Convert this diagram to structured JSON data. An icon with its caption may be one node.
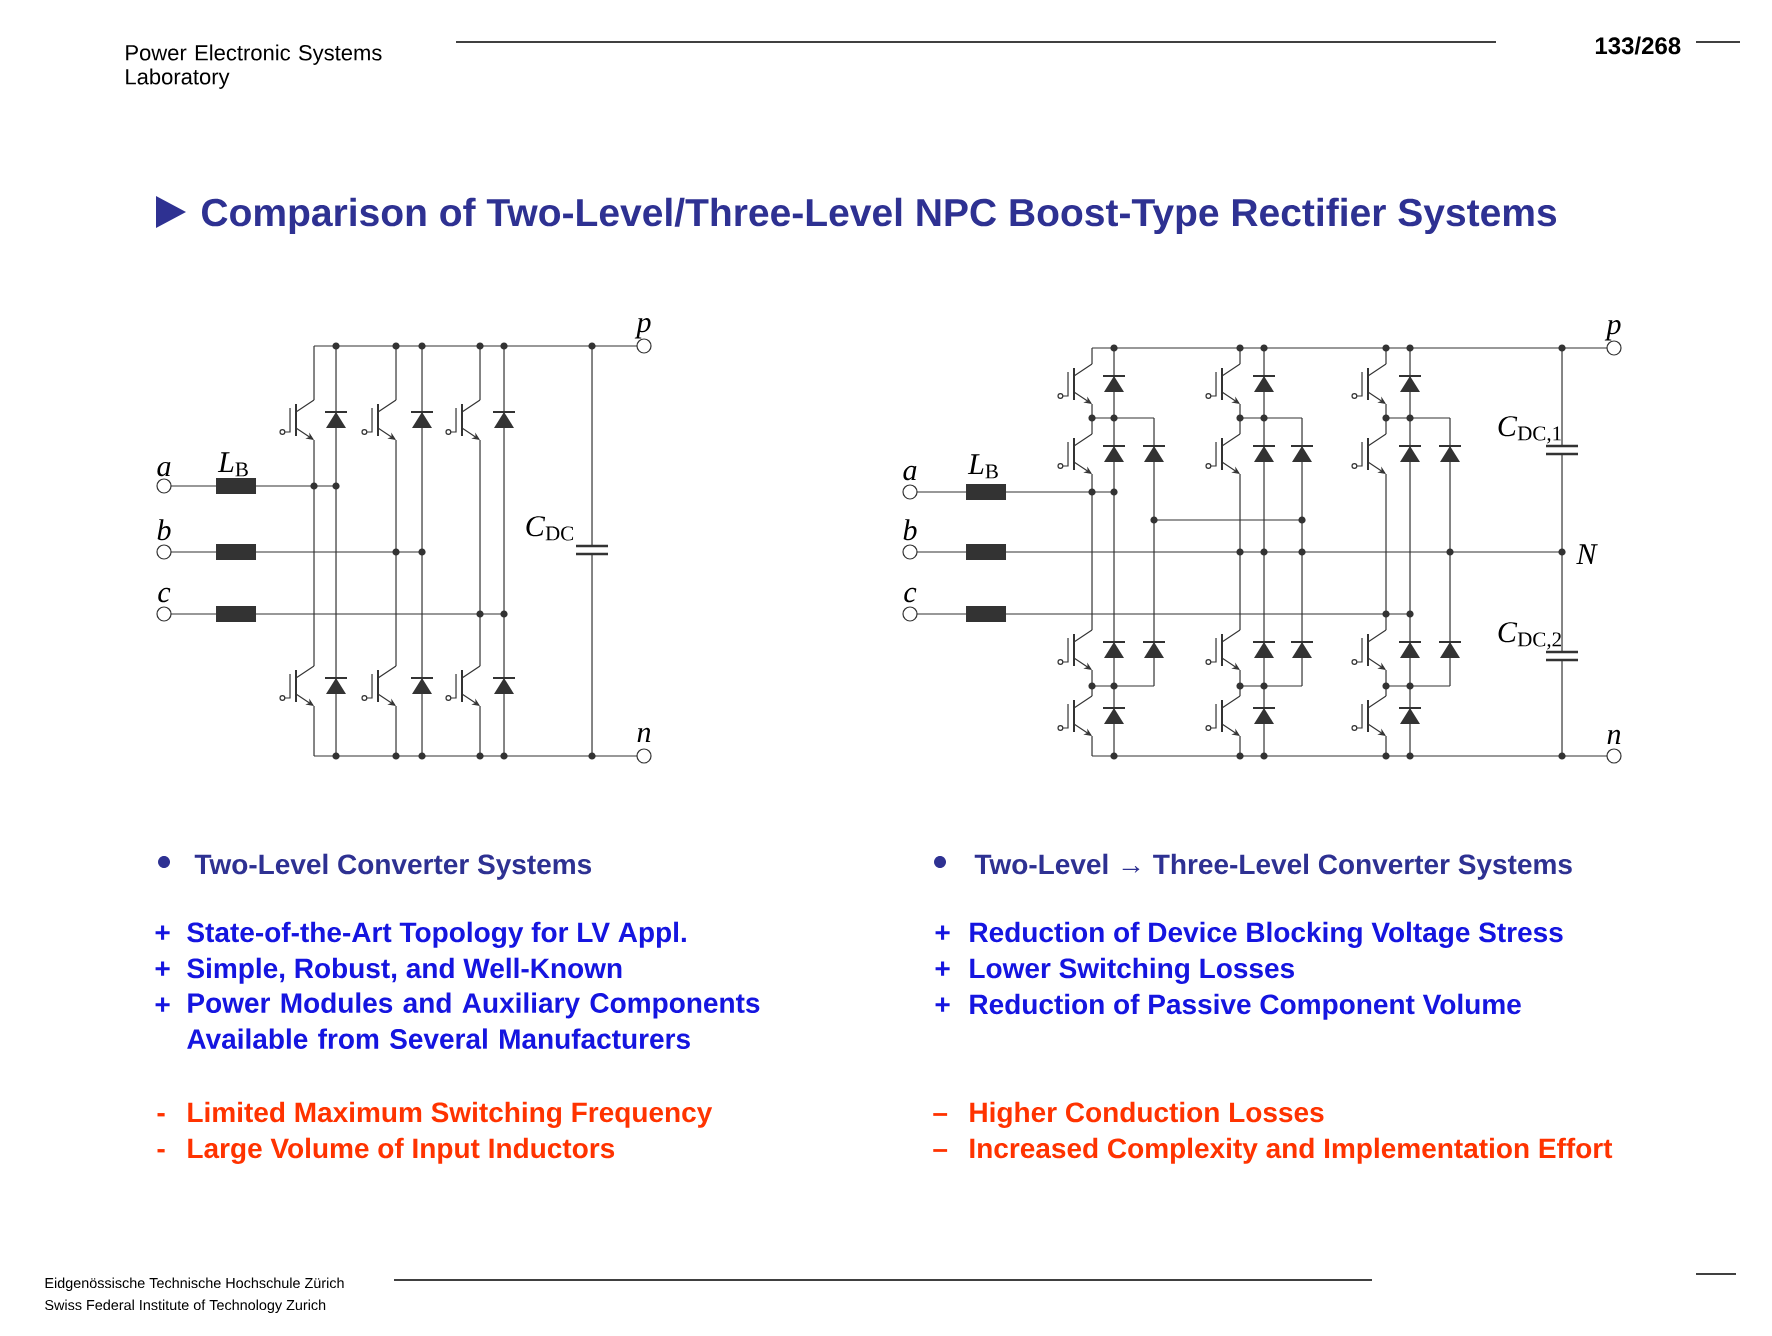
{
  "diagram": {
    "title": "Comparison of Two-Level/Three-Level NPC Boost-Type Rectifier Systems",
    "labels": [
      "Power Electronic Systems Laboratory",
      "133/268",
      "p",
      "a",
      "*L*$_{B}$",
      "b",
      "c",
      "*C*$_{DC}$",
      "n",
      "p",
      "*C*$_{DC,1}$",
      "a",
      "*L*$_{B}$",
      "N",
      "b",
      "c",
      "*C*$_{DC,2}$",
      "n",
      "Two-Level Converter Systems",
      "Two-Level → Three-Level Converter Systems",
      "+",
      "State-of-the-Art Topology for LV Appl.",
      "+",
      "Reduction of Device Blocking Voltage Stress",
      "+",
      "Simple, Robust, and Well-Known",
      "+",
      "Lower Switching Losses",
      "+",
      "Power Modules and Auxiliary Components Available from Several Manufacturers",
      "+",
      "Reduction of Passive Component Volume",
      "-",
      "Limited Maximum Switching Frequency",
      "–",
      "Higher Conduction Losses",
      "-",
      "Large Volume of Input Inductors",
      "–",
      "Increased Complexity and Implementation Effort",
      "Eidgenössische Technische Hochschule Zürich",
      "Swiss Federal Institute of Technology Zurich"
    ]
  }
}
